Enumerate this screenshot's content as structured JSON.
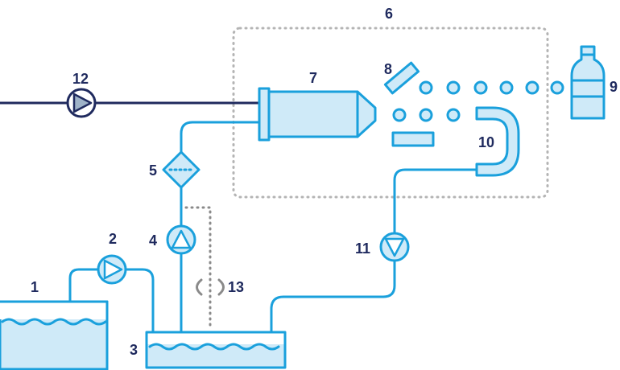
{
  "labels": {
    "l1": "1",
    "l2": "2",
    "l3": "3",
    "l4": "4",
    "l5": "5",
    "l6": "6",
    "l7": "7",
    "l8": "8",
    "l9": "9",
    "l10": "10",
    "l11": "11",
    "l12": "12",
    "l13": "13"
  },
  "colors": {
    "process_line": "#1aa0dc",
    "process_fill": "#cfeaf8",
    "feed_line": "#1f2a5e",
    "enclosure": "#b4b4b4",
    "sensor": "#8a8a8a"
  }
}
